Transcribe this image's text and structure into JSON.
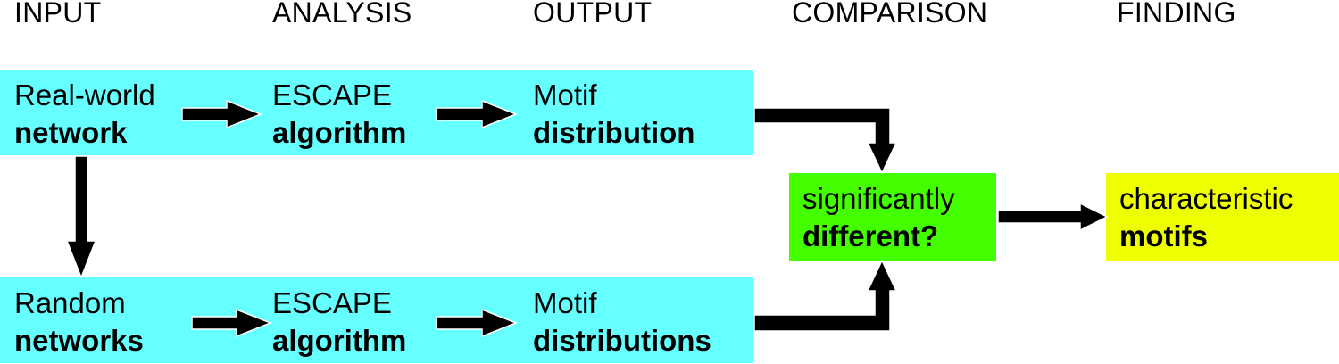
{
  "stages": [
    "INPUT",
    "ANALYSIS",
    "OUTPUT",
    "COMPARISON",
    "FINDING"
  ],
  "rows": {
    "real": {
      "input": {
        "line1": "Real-world",
        "line2": "network"
      },
      "analysis": {
        "line1": "ESCAPE",
        "line2": "algorithm"
      },
      "output": {
        "line1": "Motif",
        "line2": "distribution"
      }
    },
    "random": {
      "input": {
        "line1": "Random",
        "line2": "networks"
      },
      "analysis": {
        "line1": "ESCAPE",
        "line2": "algorithm"
      },
      "output": {
        "line1": "Motif",
        "line2": "distributions"
      }
    }
  },
  "comparison": {
    "line1": "significantly",
    "line2": "different?"
  },
  "finding": {
    "line1": "characteristic",
    "line2": "motifs"
  },
  "colors": {
    "band": "#66ffff",
    "comparison": "#44ff00",
    "finding": "#eeff00",
    "arrow": "#000000"
  }
}
